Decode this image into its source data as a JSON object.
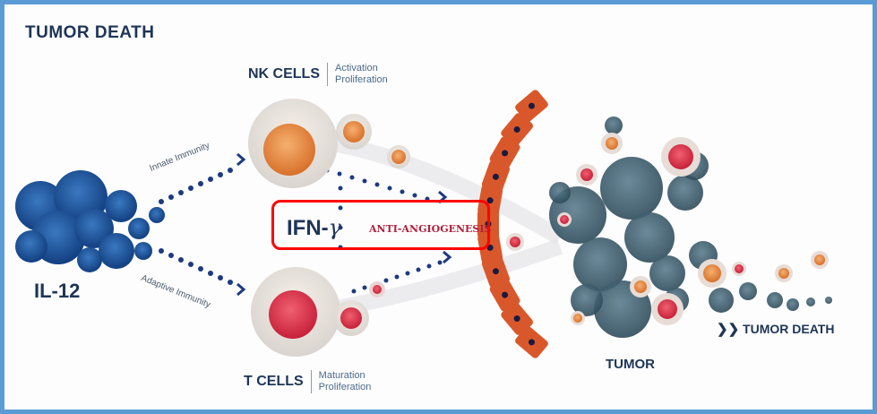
{
  "title": "TUMOR DEATH",
  "source": {
    "label": "IL-12"
  },
  "pathways": {
    "innate": "Innate Immunity",
    "adaptive": "Adaptive Immunity"
  },
  "nk_cells": {
    "label": "NK CELLS",
    "effects": [
      "Activation",
      "Proliferation"
    ]
  },
  "t_cells": {
    "label": "T CELLS",
    "effects": [
      "Maturation",
      "Proliferation"
    ]
  },
  "cytokine": {
    "name": "IFN-",
    "symbol": "γ",
    "effect": "ANTI-ANGIOGENESIS"
  },
  "tumor": {
    "label": "TUMOR"
  },
  "outcome": {
    "label": "TUMOR DEATH",
    "icon": "double-chevron-right-icon"
  },
  "colors": {
    "border": "#5b9bd5",
    "highlight_box": "#ff0000",
    "text": "#1d3557",
    "nk_nucleus": "#e8863a",
    "t_nucleus": "#e03050",
    "tumor_cell": "#3e5f70",
    "vessel": "#d9582b"
  }
}
